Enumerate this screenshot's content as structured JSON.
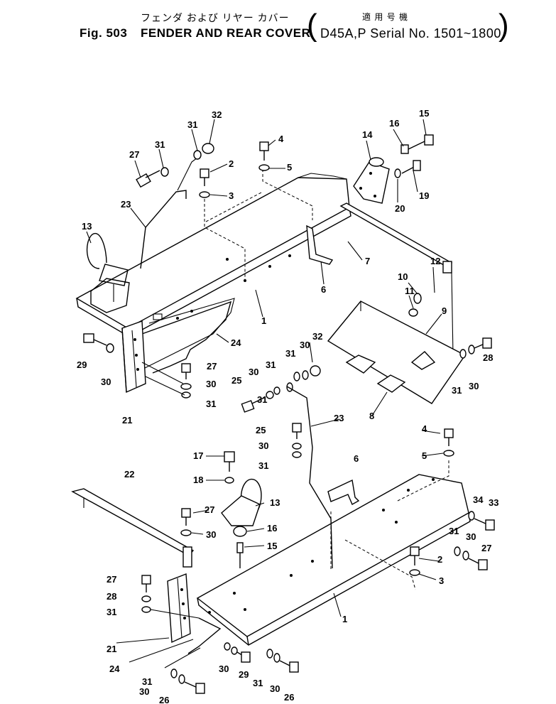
{
  "header": {
    "title_jp": "フェンダ および リヤー カバー",
    "applicable_jp": "適 用 号 機",
    "fig_label": "Fig. 503",
    "title_en": "FENDER AND REAR COVER",
    "serial_range": "D45A,P Serial No. 1501~1800"
  },
  "callouts": [
    "32",
    "31",
    "27",
    "31",
    "4",
    "2",
    "5",
    "3",
    "23",
    "13",
    "14",
    "16",
    "15",
    "19",
    "20",
    "7",
    "6",
    "1",
    "12",
    "10",
    "11",
    "9",
    "24",
    "29",
    "30",
    "27",
    "30",
    "31",
    "21",
    "32",
    "31",
    "30",
    "31",
    "25",
    "30",
    "31",
    "8",
    "28",
    "30",
    "31",
    "23",
    "25",
    "30",
    "31",
    "4",
    "5",
    "17",
    "18",
    "22",
    "13",
    "27",
    "30",
    "16",
    "15",
    "6",
    "34",
    "33",
    "31",
    "30",
    "27",
    "2",
    "3",
    "27",
    "28",
    "31",
    "1",
    "21",
    "24",
    "30",
    "29",
    "31",
    "30",
    "26",
    "31",
    "30",
    "26"
  ]
}
